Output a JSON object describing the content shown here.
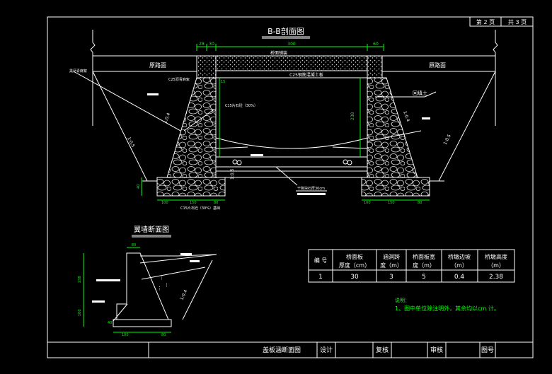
{
  "sheet": {
    "page_current": "第 2 页",
    "page_total": "共 3 页"
  },
  "main_section": {
    "title": "B-B剖面图",
    "dim_top_left_a": "28",
    "dim_top_left_b": "30",
    "dim_top_span": "300",
    "dim_top_right": "60",
    "label_bridge_deck": "桥面铺装",
    "label_road_left": "原路面",
    "label_road_right": "原路面",
    "label_slab": "C25钢筋混凝土板",
    "label_c25_joint": "C25沥青麻絮",
    "label_top_left_note": "黑沥青麻絮",
    "label_rubble": "C15片石砼（30%）",
    "label_backfill": "回填土",
    "dim_wall_height": "238",
    "dim_slope_left": "1:0.4",
    "dim_slope_right": "1:0.4",
    "dim_bank_left": "1:0.5",
    "dim_bank_right": "1:0.5",
    "dim_small_left": "15",
    "dim_base_height": "40",
    "dim_foot_left_a": "100",
    "dim_foot_left_b": "150",
    "dim_foot_left_c": "80",
    "dim_foot_right_a": "100",
    "dim_foot_right_b": "150",
    "dim_foot_right_c": "80",
    "label_foundation": "C15片石砼（30%）基础",
    "label_bed": "干砌块石厚30cm",
    "dim_slope_bottom_left": "1:0.5"
  },
  "wing_section": {
    "title": "翼墙断面图",
    "dim_top": "80",
    "dim_height": "238",
    "dim_base": "100",
    "dim_foot": "40",
    "dim_slope": "1:0.4",
    "dim_bottom_a": "100",
    "dim_bottom_b": "80"
  },
  "table": {
    "headers": [
      "编 号",
      "桥面板厚度（cm）",
      "涵洞跨度（m）",
      "桥面板宽度（m）",
      "桥墩边坡（m）",
      "桥墩高度（m）"
    ],
    "header_lines": [
      [
        "编 号"
      ],
      [
        "桥面板",
        "厚度（cm）"
      ],
      [
        "涵洞跨",
        "度（m）"
      ],
      [
        "桥面板宽",
        "度（m）"
      ],
      [
        "桥墩边坡",
        "（m）"
      ],
      [
        "桥墩高度",
        "（m）"
      ]
    ],
    "row": [
      "1",
      "30",
      "3",
      "5",
      "0.4",
      "2.38"
    ]
  },
  "notes": {
    "heading": "说明：",
    "line1": "1、图中单位除注明外，其余均以cm 计。"
  },
  "title_block": {
    "drawing_name": "盖板涵断面图",
    "design": "设计",
    "review": "复核",
    "approve": "审核",
    "drawing_no": "图号"
  },
  "colors": {
    "background": "#000000",
    "line": "#ffffff",
    "dimension": "#00ff00",
    "note_green": "#00ff00",
    "hatch": "#e0e0e0"
  }
}
